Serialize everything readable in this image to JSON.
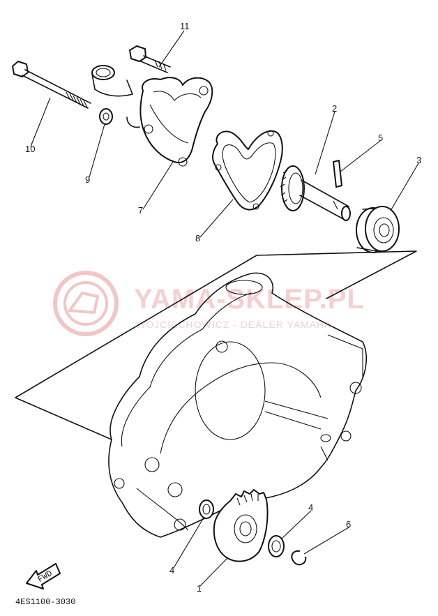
{
  "callouts": {
    "c11": "11",
    "c10": "10",
    "c9": "9",
    "c7": "7",
    "c8": "8",
    "c2": "2",
    "c5": "5",
    "c3": "3",
    "c4a": "4",
    "c4b": "4",
    "c6": "6",
    "c1": "1"
  },
  "watermark": {
    "logo": "YAMA-SKLEP.PL",
    "subtitle": "WOJCIECHOWICZ - DEALER YAMAHA"
  },
  "direction_marker": "FWD",
  "diagram_code": "4ES1100-3030"
}
